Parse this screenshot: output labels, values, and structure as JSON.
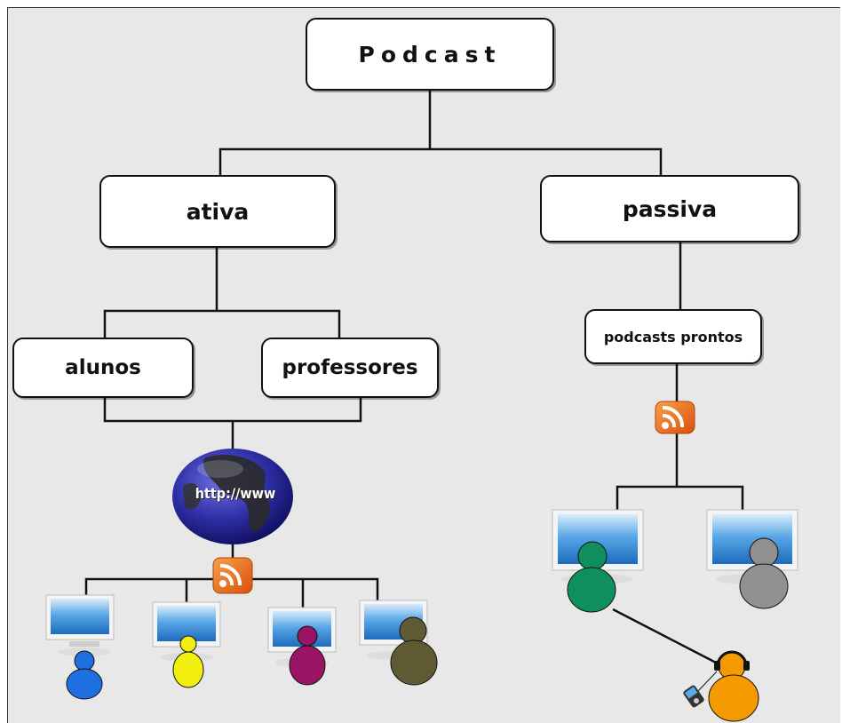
{
  "diagram": {
    "root": "Podcast",
    "left": {
      "label": "ativa",
      "children": [
        "alunos",
        "professores"
      ],
      "globe_text": "http://www"
    },
    "right": {
      "label": "passiva",
      "child": "podcasts prontos"
    }
  },
  "colors": {
    "background": "#e8e8e8",
    "rss": "#e8661c",
    "people_left": [
      "#1e6fe0",
      "#f2ee10",
      "#9a1466",
      "#5f5a34"
    ],
    "people_right": [
      "#0f8f5e",
      "#909090"
    ],
    "listener": "#f59a00",
    "globe": "#2f2fa8"
  },
  "icons": [
    "rss-feed-icon",
    "globe-icon",
    "computer-monitor-icon",
    "person-icon",
    "headphones-icon",
    "mp3-player-icon"
  ]
}
